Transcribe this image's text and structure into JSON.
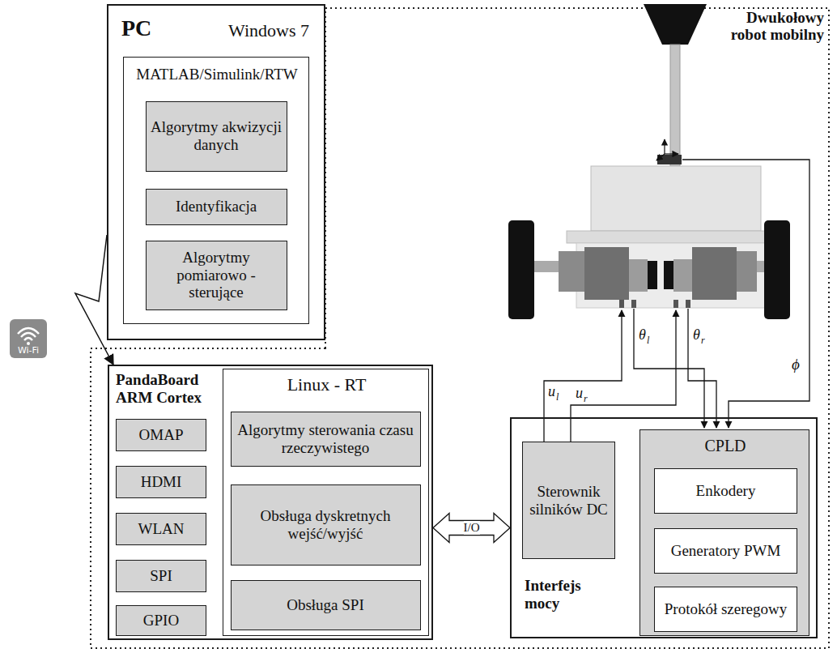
{
  "diagram": {
    "nodes": [
      {
        "text": [
          "PC",
          "Windows 7"
        ]
      },
      {
        "text": [
          "MATLAB/Simulink/RTW"
        ],
        "in": 0
      },
      {
        "text": [
          "Algorytmy akwizycji danych"
        ],
        "in": 1
      },
      {
        "text": [
          "Identyfikacja"
        ],
        "in": 1
      },
      {
        "text": [
          "Algorytmy pomiarowo - sterujące"
        ],
        "in": 1
      },
      {
        "text": [
          "PandaBoard ARM Cortex"
        ]
      },
      {
        "text": [
          "OMAP"
        ],
        "in": 5
      },
      {
        "text": [
          "HDMI"
        ],
        "in": 5
      },
      {
        "text": [
          "WLAN"
        ],
        "in": 5
      },
      {
        "text": [
          "SPI"
        ],
        "in": 5
      },
      {
        "text": [
          "GPIO"
        ],
        "in": 5
      },
      {
        "text": [
          "Linux - RT"
        ],
        "in": 5
      },
      {
        "text": [
          "Algorytmy sterowania czasu rzeczywistego"
        ],
        "in": 11
      },
      {
        "text": [
          "Obsługa dyskretnych wejść/wyjść"
        ],
        "in": 11
      },
      {
        "text": [
          "Obsługa SPI"
        ],
        "in": 11
      },
      {
        "text": [
          "Interfejs mocy"
        ]
      },
      {
        "text": [
          "Sterownik silników DC"
        ],
        "in": 15
      },
      {
        "text": [
          "CPLD"
        ],
        "in": 15
      },
      {
        "text": [
          "Enkodery"
        ],
        "in": 17
      },
      {
        "text": [
          "Generatory PWM"
        ],
        "in": 17
      },
      {
        "text": [
          "Protokół szeregowy"
        ],
        "in": 17
      }
    ],
    "edges": [
      {
        "from": 5,
        "to": 15,
        "label": "I/O",
        "arrow": "both"
      },
      {
        "from": 0,
        "to": 5,
        "arrow": "to"
      }
    ],
    "labels": [
      "Dwukołowy robot mobilny",
      "Wi-Fi",
      "u",
      "l",
      "u",
      "r",
      "θ",
      "l",
      "θ",
      "r",
      "ϕ"
    ]
  }
}
